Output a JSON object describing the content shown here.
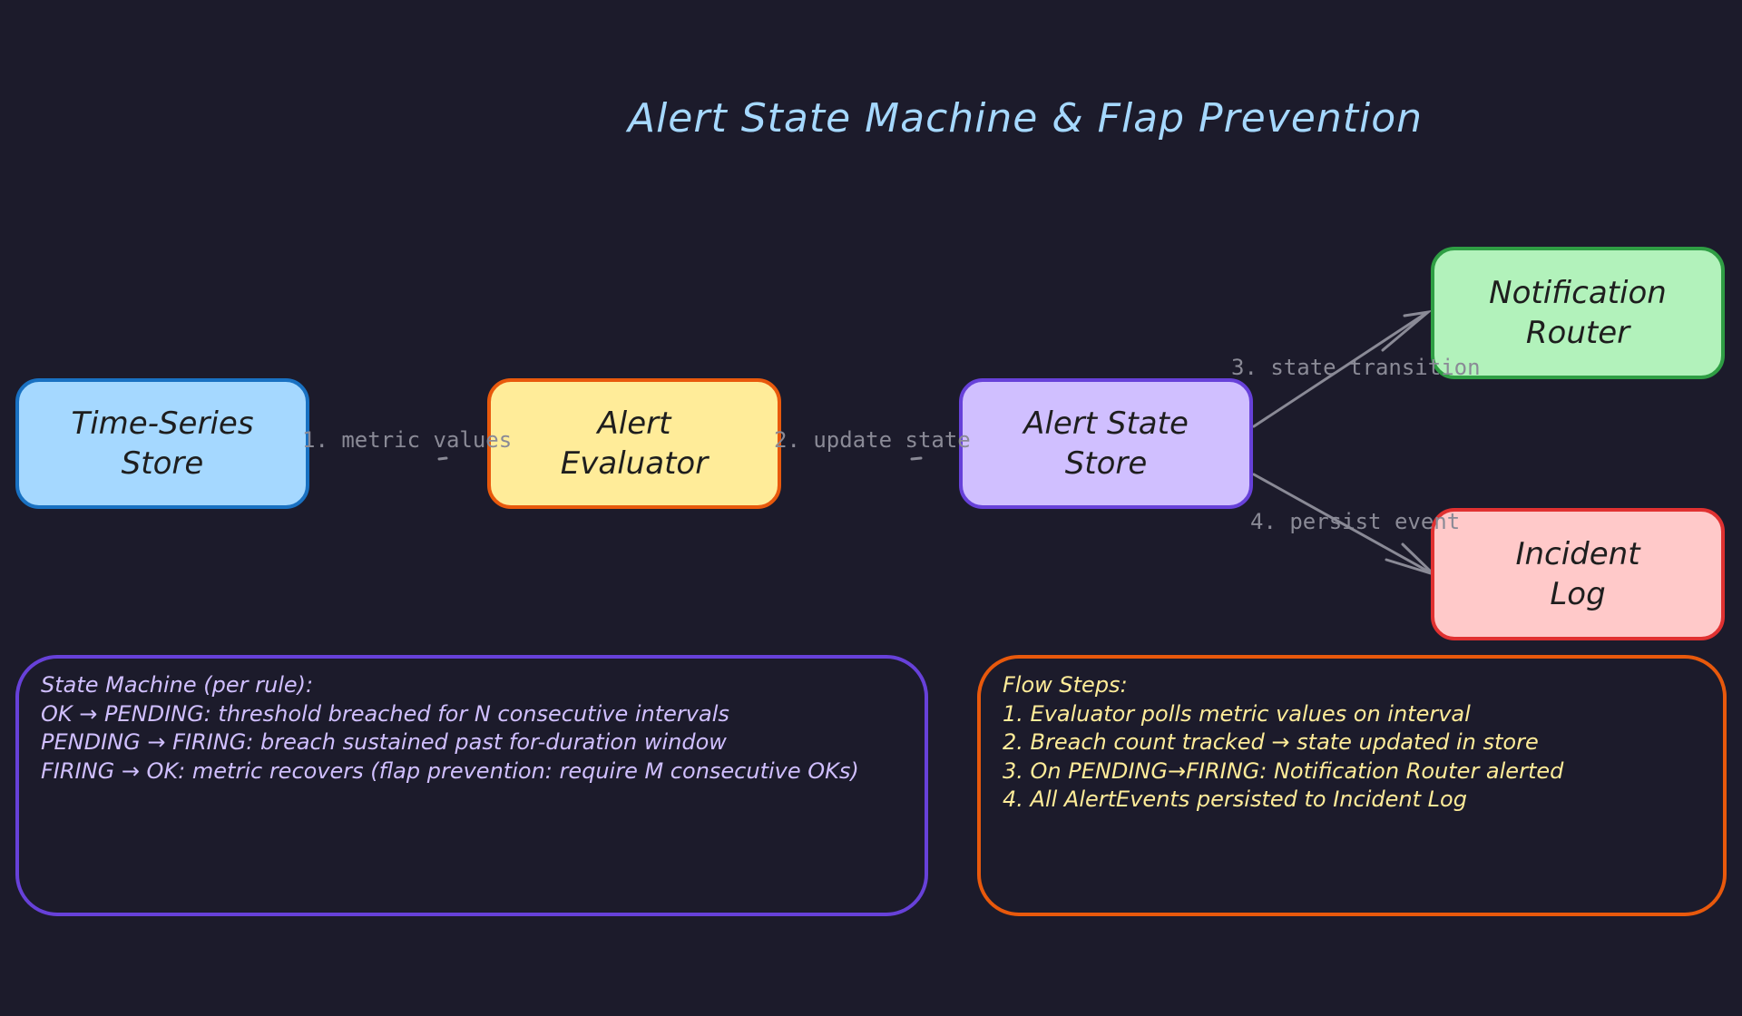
{
  "title": "Alert State Machine & Flap Prevention",
  "nodes": {
    "ts_store": {
      "label": "Time-Series\nStore",
      "fill": "#a5d8ff",
      "stroke": "#1971c2"
    },
    "evaluator": {
      "label": "Alert\nEvaluator",
      "fill": "#ffec99",
      "stroke": "#e8590c"
    },
    "state_store": {
      "label": "Alert State\nStore",
      "fill": "#d0bfff",
      "stroke": "#6741d9"
    },
    "router": {
      "label": "Notification\nRouter",
      "fill": "#b2f2bb",
      "stroke": "#2f9e44"
    },
    "incident_log": {
      "label": "Incident\nLog",
      "fill": "#ffc9c9",
      "stroke": "#e03131"
    }
  },
  "edges": {
    "e1": "1. metric values",
    "e2": "2. update state",
    "e3": "3. state transition",
    "e4": "4. persist event"
  },
  "state_machine_note": {
    "stroke": "#6741d9",
    "text_color": "#d0bfff",
    "lines": [
      "State Machine (per rule):",
      "OK → PENDING: threshold breached for N consecutive intervals",
      "PENDING → FIRING: breach sustained past for-duration window",
      "FIRING → OK: metric recovers (flap prevention: require M consecutive OKs)"
    ]
  },
  "flow_steps_note": {
    "stroke": "#e8590c",
    "text_color": "#ffec99",
    "lines": [
      "Flow Steps:",
      "1. Evaluator polls metric values on interval",
      "2. Breach count tracked → state updated in store",
      "3. On PENDING→FIRING: Notification Router alerted",
      "4. All AlertEvents persisted to Incident Log"
    ]
  }
}
